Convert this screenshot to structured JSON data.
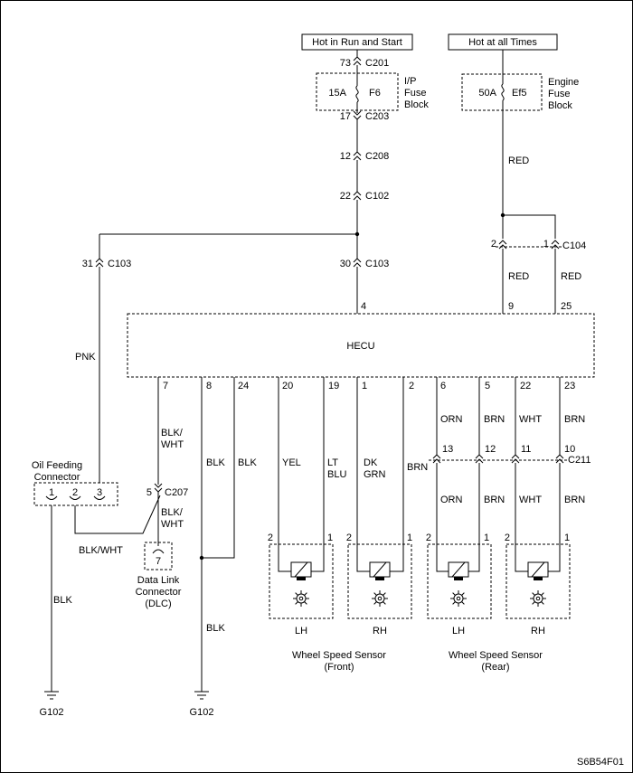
{
  "power": {
    "run_start": "Hot in Run and Start",
    "all_times": "Hot at all Times"
  },
  "fuse_ip": {
    "amp": "15A",
    "name": "F6",
    "block": [
      "I/P",
      "Fuse",
      "Block"
    ]
  },
  "fuse_engine": {
    "amp": "50A",
    "name": "Ef5",
    "block": [
      "Engine",
      "Fuse",
      "Block"
    ]
  },
  "connectors": {
    "c201": {
      "pin": "73",
      "name": "C201"
    },
    "c203": {
      "pin": "17",
      "name": "C203"
    },
    "c208": {
      "pin": "12",
      "name": "C208"
    },
    "c102": {
      "pin": "22",
      "name": "C102"
    },
    "c103_left": {
      "pin": "31",
      "name": "C103"
    },
    "c103_mid": {
      "pin": "30",
      "name": "C103"
    },
    "c104": {
      "pin_a": "2",
      "pin_b": "1",
      "name": "C104"
    },
    "c207": {
      "pin": "5",
      "name": "C207"
    },
    "c211": {
      "pins": [
        "13",
        "12",
        "11",
        "10"
      ],
      "name": "C211"
    }
  },
  "hecu": {
    "label": "HECU",
    "top_pins": [
      "4",
      "9",
      "25"
    ],
    "bottom_pins": [
      "7",
      "8",
      "24",
      "20",
      "19",
      "1",
      "2",
      "6",
      "5",
      "22",
      "23"
    ]
  },
  "wires": {
    "pnk": "PNK",
    "red1": "RED",
    "red2": "RED",
    "red3": "RED",
    "blkwht_a": [
      "BLK/",
      "WHT"
    ],
    "blkwht_b": [
      "BLK/",
      "WHT"
    ],
    "blkwht_h": "BLK/WHT",
    "blk_8": "BLK",
    "blk_24": "BLK",
    "blk_ground_left": "BLK",
    "blk_ground_right": "BLK",
    "yel": "YEL",
    "ltblu": [
      "LT",
      "BLU"
    ],
    "dkgrn": [
      "DK",
      "GRN"
    ],
    "brn_front": "BRN",
    "rear_upper": [
      "ORN",
      "BRN",
      "WHT",
      "BRN"
    ],
    "rear_lower": [
      "ORN",
      "BRN",
      "WHT",
      "BRN"
    ]
  },
  "oil_connector": {
    "label": [
      "Oil Feeding",
      "Connector"
    ],
    "pins": [
      "1",
      "2",
      "3"
    ]
  },
  "dlc": {
    "pin": "7",
    "label": [
      "Data Link",
      "Connector",
      "(DLC)"
    ]
  },
  "sensors": [
    {
      "side": "LH",
      "pin_left": "2",
      "pin_right": "1"
    },
    {
      "side": "RH",
      "pin_left": "2",
      "pin_right": "1"
    },
    {
      "side": "LH",
      "pin_left": "2",
      "pin_right": "1"
    },
    {
      "side": "RH",
      "pin_left": "2",
      "pin_right": "1"
    }
  ],
  "sensor_groups": {
    "front": [
      "Wheel Speed Sensor",
      "(Front)"
    ],
    "rear": [
      "Wheel Speed Sensor",
      "(Rear)"
    ]
  },
  "grounds": [
    "G102",
    "G102"
  ],
  "figure_code": "S6B54F01"
}
